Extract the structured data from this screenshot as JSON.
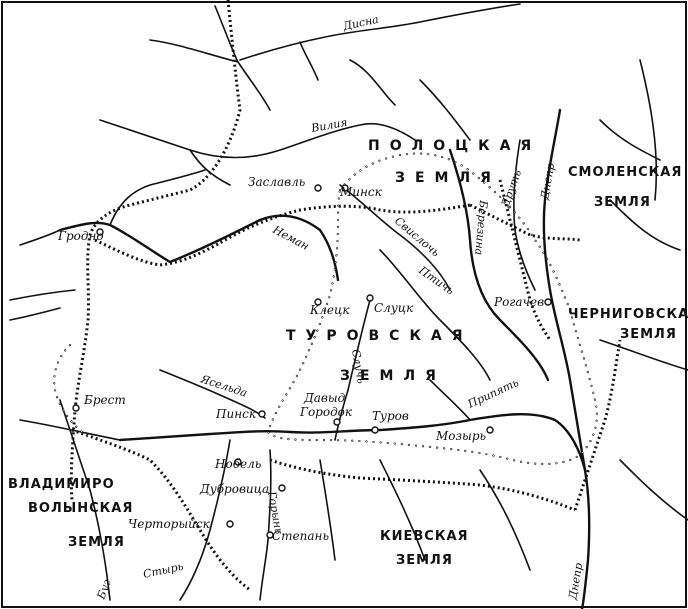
{
  "regions": {
    "polotsk_1": "ПОЛОЦКАЯ",
    "polotsk_2": "ЗЕМЛЯ",
    "smolensk_1": "СМОЛЕНСКАЯ",
    "smolensk_2": "ЗЕМЛЯ",
    "turov_1": "ТУРОВСКАЯ",
    "turov_2": "ЗЕМЛЯ",
    "chernigov_1": "ЧЕРНИГОВСКАЯ",
    "chernigov_2": "ЗЕМЛЯ",
    "vladimir_1": "ВЛАДИМИРО",
    "vladimir_2": "ВОЛЫНСКАЯ",
    "vladimir_3": "ЗЕМЛЯ",
    "kiev_1": "КИЕВСКАЯ",
    "kiev_2": "ЗЕМЛЯ"
  },
  "cities": {
    "zaslavl": "Заславль",
    "minsk": "Минск",
    "grodno": "Гродно",
    "kletsk": "Клецк",
    "slutsk": "Слуцк",
    "rogachev": "Рогачев",
    "brest": "Брест",
    "pinsk": "Пинск",
    "david_gorodok_1": "Давыд",
    "david_gorodok_2": "Городок",
    "turov": "Туров",
    "mozyr": "Мозырь",
    "nobel": "Нобель",
    "dubrovitsa": "Дубровица",
    "chertoryisk": "Черторыйск",
    "stepan": "Степань"
  },
  "rivers": {
    "disna": "Дисна",
    "viliya": "Вилия",
    "neman": "Неман",
    "svisloch": "Свислочь",
    "ptich": "Птичь",
    "berezina": "Березина",
    "drut": "Друть",
    "dnepr_north": "Днепр",
    "sluch": "Случь",
    "yaselda": "Ясельда",
    "pripyat": "Припять",
    "goryn": "Горынь",
    "styr": "Стырь",
    "bug": "Буг",
    "dnepr_south": "Днепр"
  }
}
